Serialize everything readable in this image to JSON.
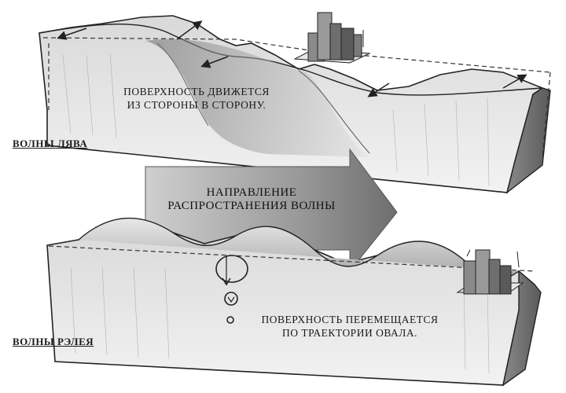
{
  "love": {
    "label": "ВОЛНЫ ЛЯВА",
    "caption_line1": "ПОВЕРХНОСТЬ ДВИЖЕТСЯ",
    "caption_line2": "ИЗ СТОРОНЫ В СТОРОНУ."
  },
  "direction": {
    "line1": "НАПРАВЛЕНИЕ",
    "line2": "РАСПРОСТРАНЕНИЯ ВОЛНЫ"
  },
  "rayleigh": {
    "label": "ВОЛНЫ РЭЛЕЯ",
    "caption_line1": "ПОВЕРХНОСТЬ ПЕРЕМЕЩАЕТСЯ",
    "caption_line2": "ПО ТРАЕКТОРИИ ОВАЛА."
  }
}
